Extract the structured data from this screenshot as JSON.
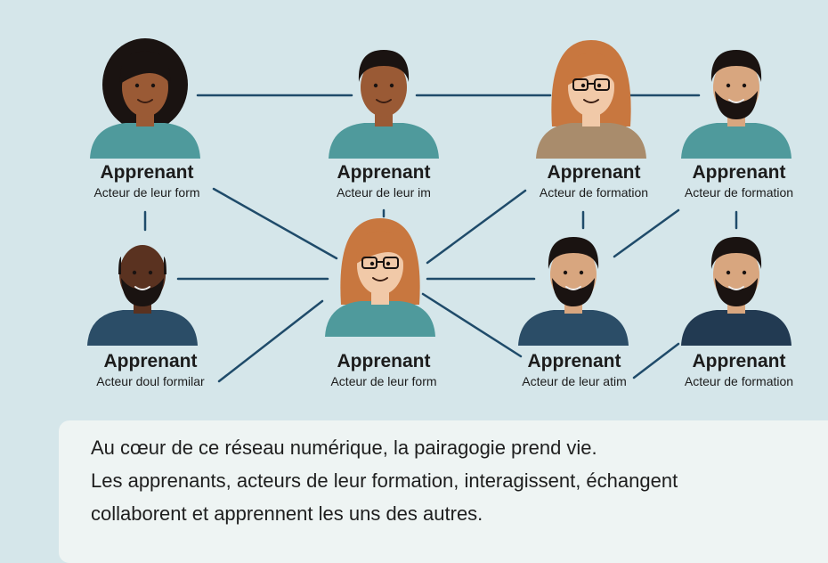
{
  "colors": {
    "background": "#d5e6ea",
    "connector": "#1f4b6a",
    "caption_bg": "#eef4f3",
    "teal_shirt": "#4f9a9c",
    "dark_shirt": "#2b4d67",
    "skin_dark": "#5a3220",
    "skin_medium": "#9a5a35",
    "skin_light": "#f1c9a8",
    "hair_auburn": "#c8773f"
  },
  "nodes": [
    {
      "id": "n1",
      "title": "Apprenant",
      "subtitle": "Acteur de leur form"
    },
    {
      "id": "n2",
      "title": "Apprenant",
      "subtitle": "Acteur de leur im"
    },
    {
      "id": "n3",
      "title": "Apprenant",
      "subtitle": "Acteur de formation"
    },
    {
      "id": "n4",
      "title": "Apprenant",
      "subtitle": "Acteur de formation"
    },
    {
      "id": "n5",
      "title": "Apprenant",
      "subtitle": "Acteur doul formilar"
    },
    {
      "id": "n6",
      "title": "Apprenant",
      "subtitle": "Acteur de leur form"
    },
    {
      "id": "n7",
      "title": "Apprenant",
      "subtitle": "Acteur de leur atim"
    },
    {
      "id": "n8",
      "title": "Apprenant",
      "subtitle": "Acteur de formation"
    }
  ],
  "caption": {
    "line1": "Au cœur de ce réseau numérique, la pairagogie prend vie.",
    "line2": "Les apprenants, acteurs de leur formation, interagissent, échangent",
    "line3": "collaborent et apprennent les uns des autres."
  }
}
